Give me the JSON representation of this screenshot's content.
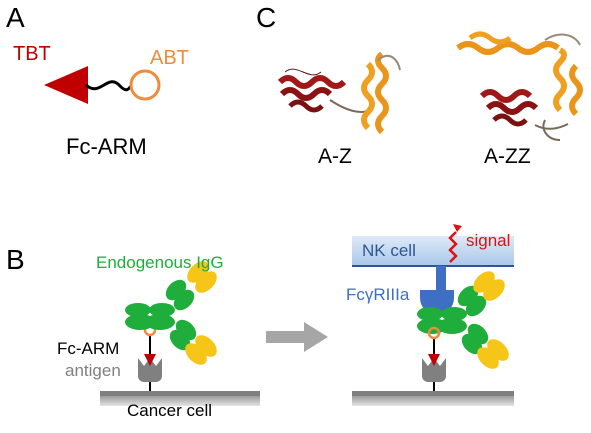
{
  "panel_labels": {
    "a": "A",
    "b": "B",
    "c": "C"
  },
  "panel_a": {
    "tbt": "TBT",
    "abt": "ABT",
    "caption": "Fc-ARM"
  },
  "panel_c": {
    "left_caption": "A-Z",
    "right_caption": "A-ZZ"
  },
  "panel_b": {
    "igg_label": "Endogenous IgG",
    "fcarm_label": "Fc-ARM",
    "antigen_label": "antigen",
    "cancer_cell_label": "Cancer cell",
    "nk_cell_label": "NK cell",
    "signal_label": "signal",
    "receptor_label": "FcγRIIIa"
  },
  "colors": {
    "tbt_red": "#c00000",
    "abt_orange": "#f08a3c",
    "igg_green": "#1fae3b",
    "fab_yellow": "#f5c518",
    "receptor_blue": "#3f6fc4",
    "membrane_blue": "#a9c7ea",
    "antigen_gray": "#808080",
    "arrow_gray": "#a6a6a6",
    "cell_gray": "#8c8c8c"
  }
}
